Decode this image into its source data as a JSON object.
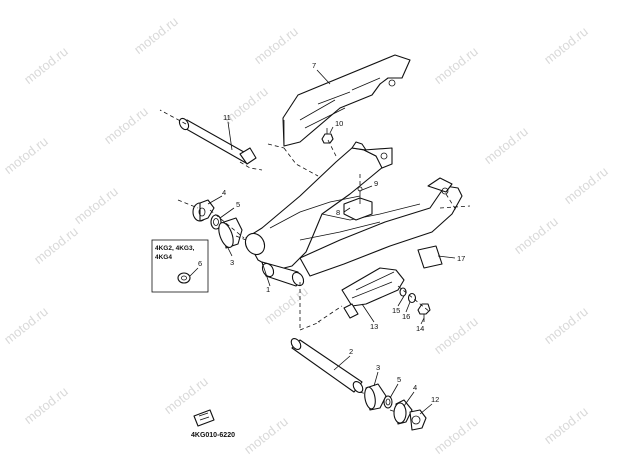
{
  "watermark": "motod.ru",
  "callouts": [
    "7",
    "11",
    "10",
    "9",
    "8",
    "4",
    "5",
    "3",
    "1",
    "17",
    "15",
    "16",
    "14",
    "13",
    "2",
    "3",
    "5",
    "4",
    "12",
    "6"
  ],
  "inset_labels": [
    "4KG2, 4KG3,",
    "4KG4"
  ],
  "drawing_code": "4KG010-6220"
}
